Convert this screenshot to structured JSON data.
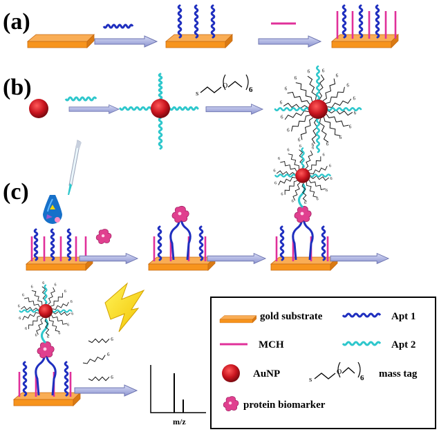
{
  "panels": {
    "a": "(a)",
    "b": "(b)",
    "c": "(c)"
  },
  "legend": {
    "gold_substrate": "gold substrate",
    "apt1": "Apt 1",
    "mch": "MCH",
    "apt2": "Apt 2",
    "aunp": "AuNP",
    "mass_tag": "mass tag",
    "protein_biomarker": "protein biomarker"
  },
  "chem": {
    "s": "s",
    "o": "O",
    "sub6": "6"
  },
  "spectrum": {
    "xlabel": "m/z"
  },
  "colors": {
    "gold": "#f7941d",
    "gold_dark": "#c86a10",
    "apt1": "#1f2fbf",
    "apt2": "#2ec7cc",
    "mch": "#e0309a",
    "aunp": "#b3121a",
    "arrow": "#a9b0e0",
    "protein": "#e0408f"
  }
}
